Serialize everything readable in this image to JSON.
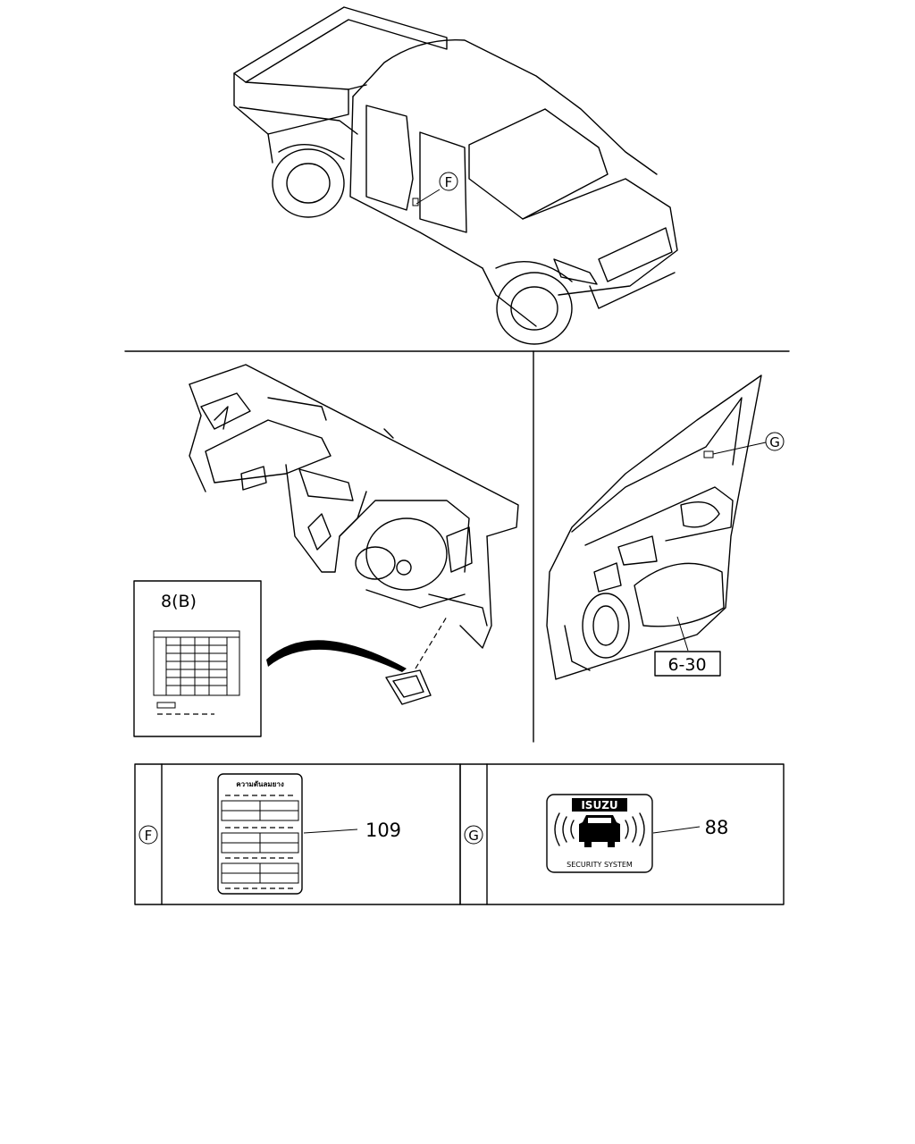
{
  "callouts": {
    "f_label": "F",
    "g_label": "G",
    "fuse_ref": "8(B)",
    "door_ref": "6-30"
  },
  "parts": {
    "f_part_number": "109",
    "g_part_number": "88"
  },
  "labels": {
    "tire_label_title": "ความดันลมยาง",
    "security_brand": "ISUZU",
    "security_caption": "SECURITY SYSTEM"
  }
}
